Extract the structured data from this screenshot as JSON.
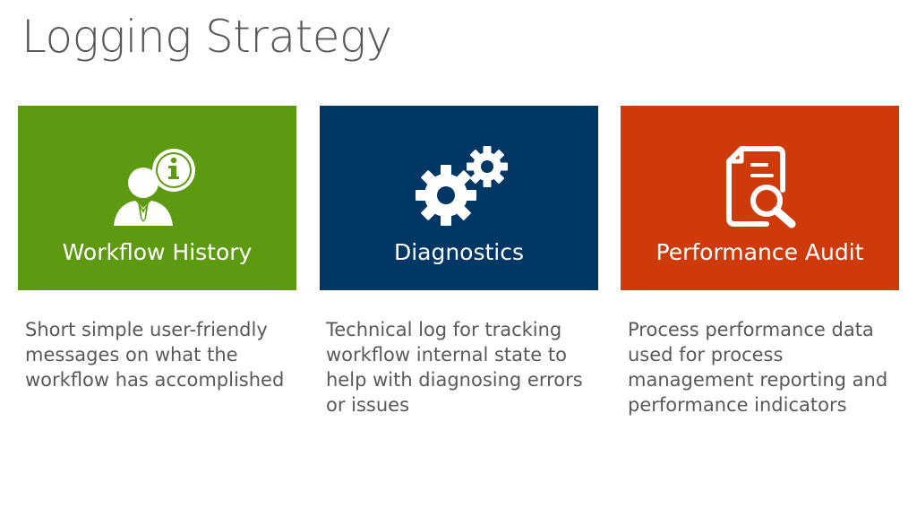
{
  "slide": {
    "title": "Logging Strategy"
  },
  "colors": {
    "tile_1": "#5E9A0F",
    "tile_2": "#003764",
    "tile_3": "#CF3A0B",
    "title_text": "#595959",
    "body_text": "#595959"
  },
  "tiles": [
    {
      "label": "Workflow History",
      "icon": "user-info-icon",
      "description": "Short simple user-friendly messages on what the workflow has accomplished"
    },
    {
      "label": "Diagnostics",
      "icon": "gears-icon",
      "description": "Technical log for tracking workflow internal state to help with diagnosing errors or issues"
    },
    {
      "label": "Performance Audit",
      "icon": "document-search-icon",
      "description": "Process performance data used for process management reporting and performance indicators"
    }
  ]
}
